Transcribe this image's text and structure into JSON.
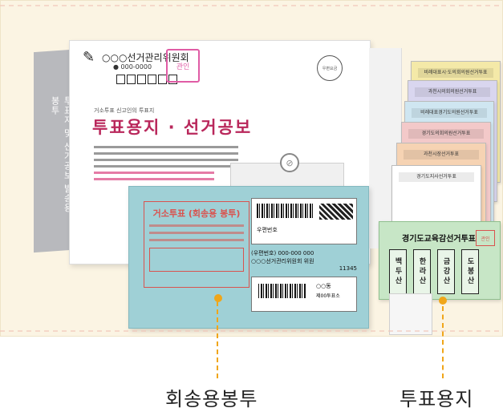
{
  "envelope": {
    "side_label": "투표지 및 선거공보 발송용 봉투",
    "org_name": "○○○선거관리위원회",
    "zip_line": "● 000-0000",
    "seal_text": "관인",
    "postmark": "우편요금",
    "kicker": "거소투표 신고인의 투표지",
    "title": "투표용지 · 선거공보"
  },
  "return_envelope": {
    "red_box_title": "거소투표 (회송용 봉투)",
    "barcode_label": "우편번호",
    "addr_line": "(우편번호) 000-000 000",
    "addr_org": "○○○선거관리위원회 위원",
    "addr_num": "11345",
    "code_label": "○○동",
    "code_sub": "제00투표소"
  },
  "ballots": {
    "back_titles": [
      "비례대표시·도의회의원선거투표",
      "과천시의회의원선거투표",
      "비례대표경기도의원선거투표",
      "경기도의회의원선거투표",
      "과천시장선거투표",
      "경기도지사선거투표"
    ],
    "front_title": "경기도교육감선거투표",
    "front_seal": "관인",
    "candidates": [
      "백두산",
      "한라산",
      "금강산",
      "도봉산"
    ]
  },
  "captions": {
    "left": "회송용봉투",
    "right": "투표용지"
  }
}
